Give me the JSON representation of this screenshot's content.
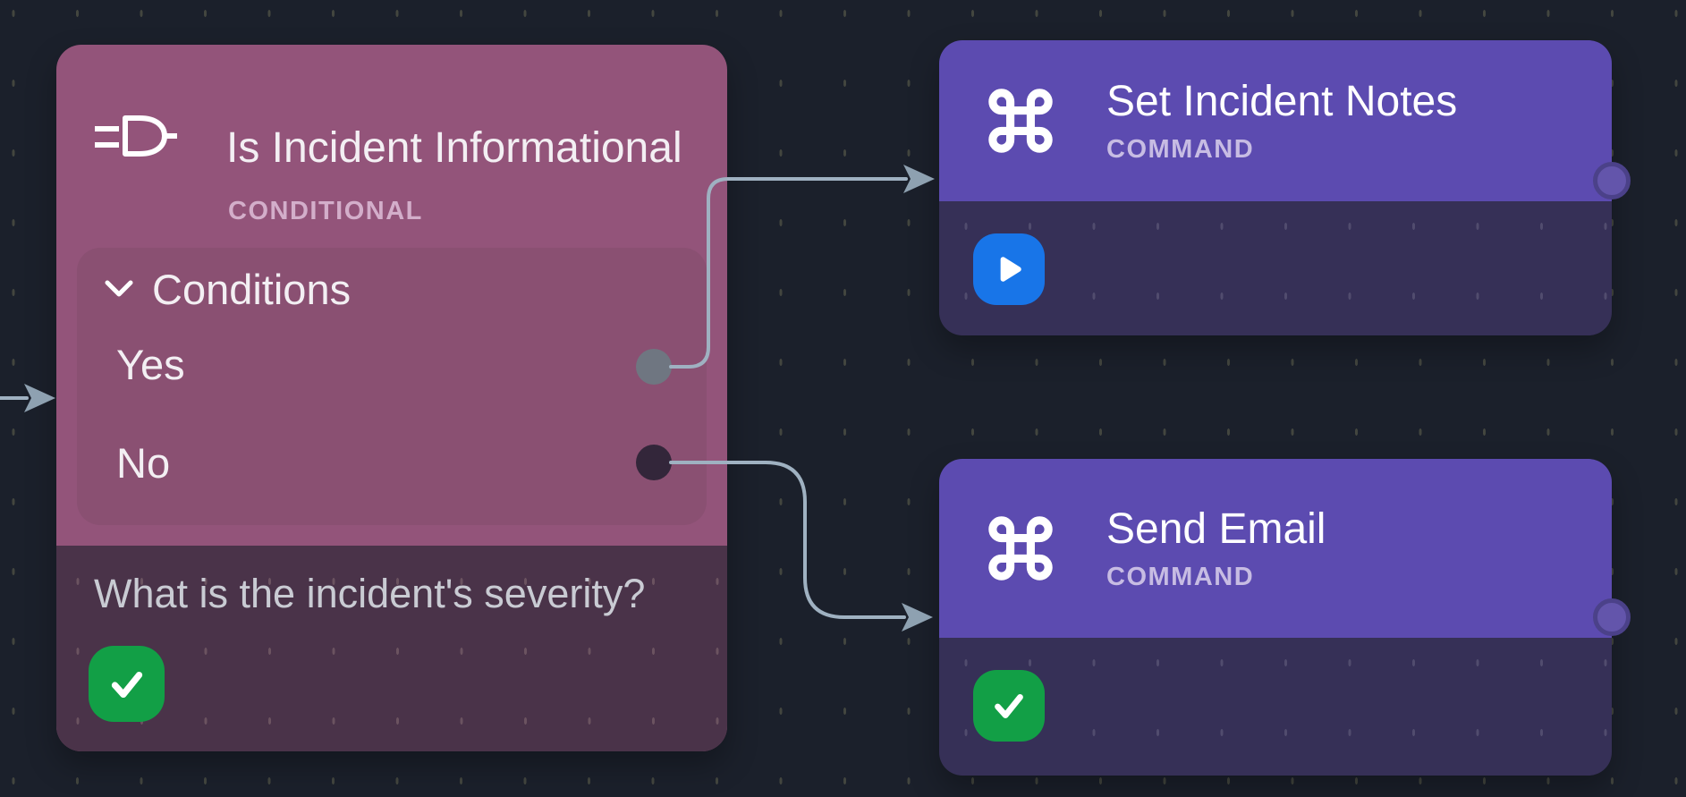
{
  "canvas": {
    "type": "workflow-editor-canvas",
    "grid": "dotted"
  },
  "nodes": {
    "conditional": {
      "title": "Is Incident Informational",
      "type_label": "CONDITIONAL",
      "icon": "logic-gate-icon",
      "section_label": "Conditions",
      "branches": [
        {
          "label": "Yes",
          "port": "yes-output-port"
        },
        {
          "label": "No",
          "port": "no-output-port"
        }
      ],
      "question": "What is the incident's severity?",
      "status_icon": "check-icon"
    },
    "set_incident_notes": {
      "title": "Set Incident Notes",
      "type_label": "COMMAND",
      "icon": "command-icon",
      "status_icon": "play-icon"
    },
    "send_email": {
      "title": "Send Email",
      "type_label": "COMMAND",
      "icon": "command-icon",
      "status_icon": "check-icon"
    }
  },
  "edges": [
    {
      "name": "edge-input-to-conditional",
      "from": "offscreen-left",
      "to": "Is Incident Informational"
    },
    {
      "name": "edge-yes-to-set-incident-notes",
      "from": "Yes",
      "to": "Set Incident Notes"
    },
    {
      "name": "edge-no-to-send-email",
      "from": "No",
      "to": "Send Email"
    }
  ],
  "theme": {
    "bg": "#1B202B",
    "dot": "#43463F",
    "edge": "#9FB1C1",
    "arrow": "#8EA1B1",
    "mauve": "#93547A",
    "mauve_panel": "#8A5072",
    "mauve_footer": "#4A3349",
    "mauve_footer_dot": "#6B5360",
    "purple": "#5C4BB0",
    "purple_footer": "#363057",
    "purple_footer_dot": "#514C6E",
    "green": "#129F46",
    "blue": "#1875E8",
    "port_yes": "#6F7681",
    "port_no": "#33263A",
    "port_circle": "#6355AB",
    "port_circle_ring": "#4B4189",
    "text": "#F3EFF3",
    "text_dim_pink": "#D3AECA",
    "text_dim_purple": "#C7BCE3",
    "text_question": "#C9CBD3"
  }
}
